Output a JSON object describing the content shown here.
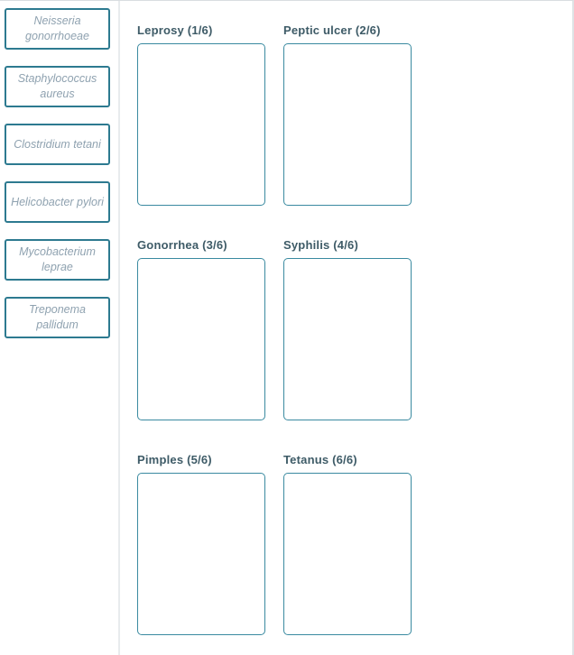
{
  "exercise": {
    "type": "drag-and-drop-matching",
    "total_pairs": 6
  },
  "sidebar": {
    "items": [
      {
        "label": "Neisseria gonorrhoeae"
      },
      {
        "label": "Staphylococcus aureus"
      },
      {
        "label": "Clostridium tetani"
      },
      {
        "label": "Helicobacter pylori"
      },
      {
        "label": "Mycobacterium leprae"
      },
      {
        "label": "Treponema pallidum"
      }
    ]
  },
  "main": {
    "zones": [
      {
        "label": "Leprosy (1/6)"
      },
      {
        "label": "Peptic ulcer (2/6)"
      },
      {
        "label": "Gonorrhea (3/6)"
      },
      {
        "label": "Syphilis (4/6)"
      },
      {
        "label": "Pimples (5/6)"
      },
      {
        "label": "Tetanus (6/6)"
      }
    ]
  },
  "colors": {
    "term_box_border": "#2d7a90",
    "term_text": "#8fa2b0",
    "zone_border": "#3a8aa0",
    "zone_label_text": "#3e5b67",
    "divider": "#e8ebed",
    "panel_border": "#d9dde0",
    "background": "#ffffff"
  }
}
